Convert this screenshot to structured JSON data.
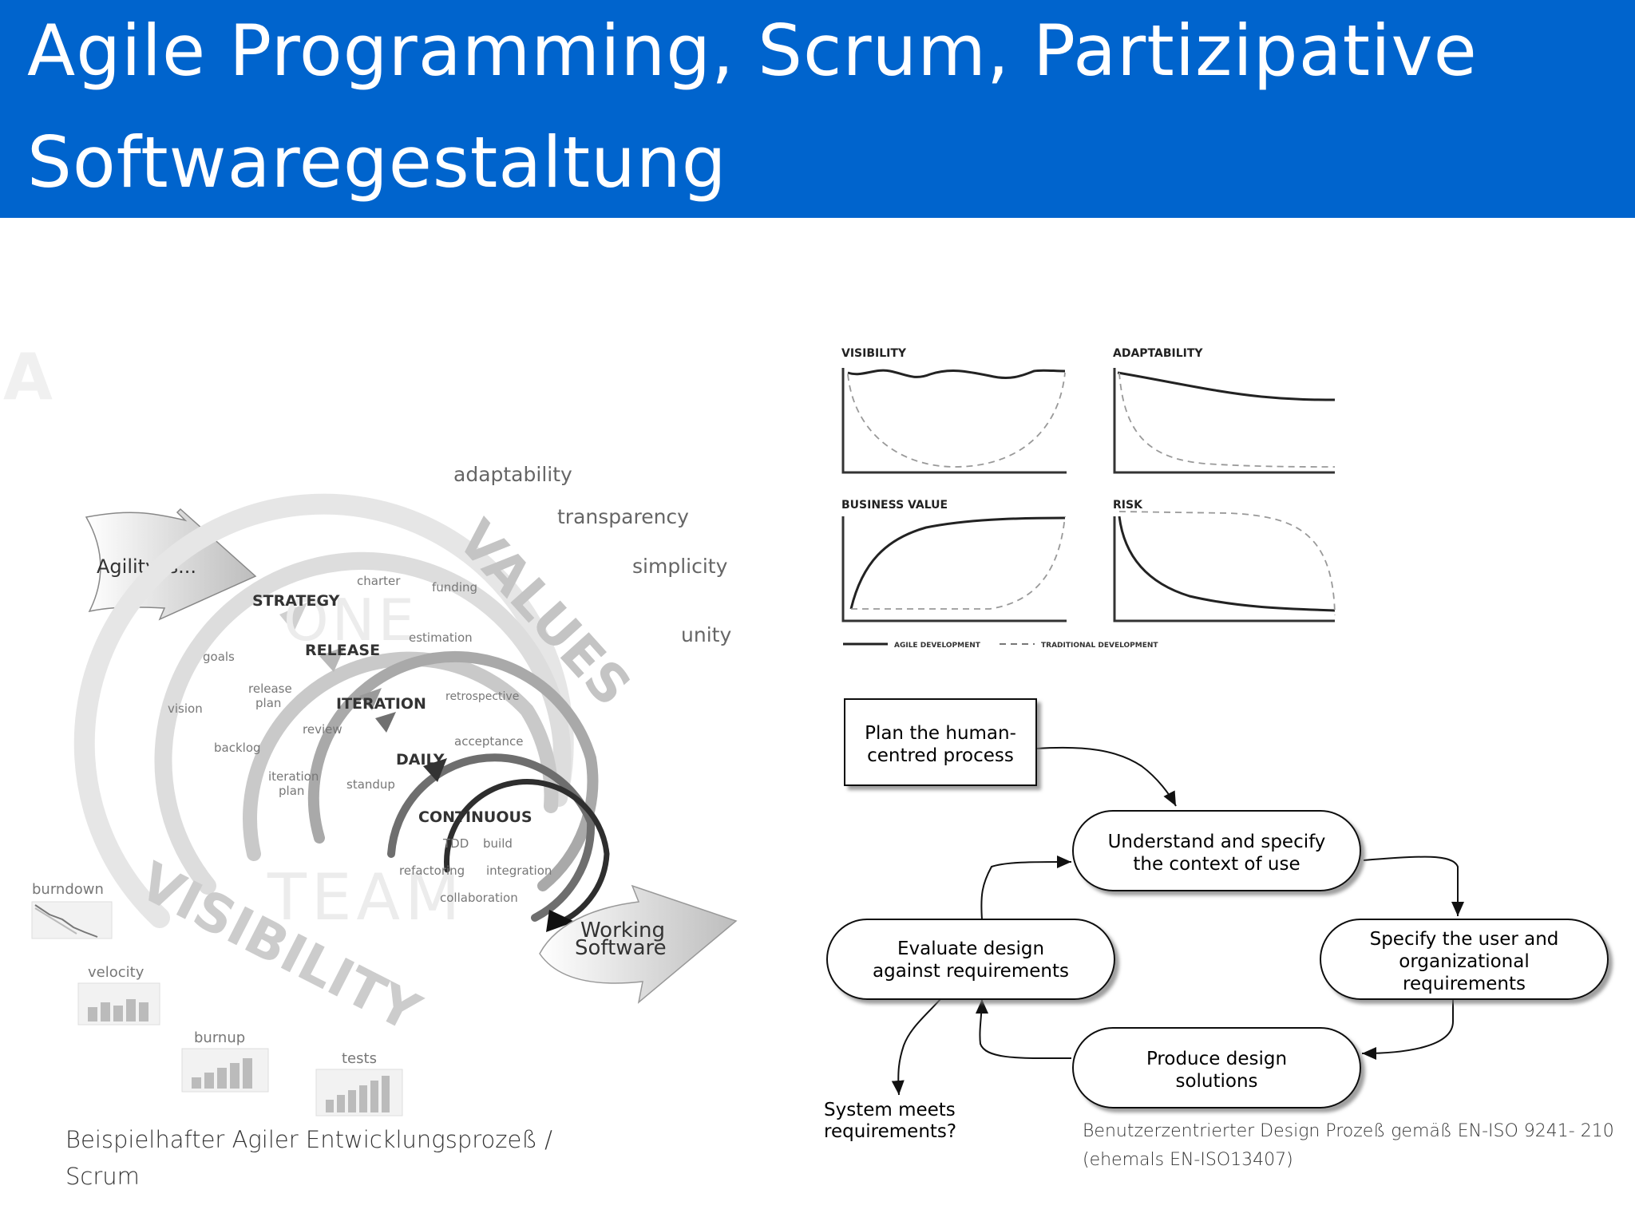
{
  "header": {
    "title_line1": "Agile Programming, Scrum, Partizipative",
    "title_line2": "Softwaregestaltung"
  },
  "agile_figure": {
    "agility_is": "Agility is...",
    "values_word": "VALUES",
    "visibility_word": "VISIBILITY",
    "values": [
      "adaptability",
      "transparency",
      "simplicity",
      "unity"
    ],
    "one": "ONE",
    "team": "TEAM",
    "levels": [
      "STRATEGY",
      "RELEASE",
      "ITERATION",
      "DAILY",
      "CONTINUOUS"
    ],
    "practices": {
      "charter": "charter",
      "funding": "funding",
      "estimation": "estimation",
      "goals": "goals",
      "release_plan_1": "release",
      "release_plan_2": "plan",
      "vision": "vision",
      "retrospective": "retrospective",
      "review": "review",
      "acceptance": "acceptance",
      "backlog": "backlog",
      "iteration_plan_1": "iteration",
      "iteration_plan_2": "plan",
      "standup": "standup",
      "tdd": "TDD",
      "build": "build",
      "refactoring": "refactoring",
      "integration": "integration",
      "collaboration": "collaboration"
    },
    "working_software_1": "Working",
    "working_software_2": "Software",
    "metrics": [
      "burndown",
      "velocity",
      "burnup",
      "tests"
    ],
    "caption_line1": "Beispielhafter Agiler Entwicklungsprozeß /",
    "caption_line2": "Scrum"
  },
  "comparison_charts": {
    "panels": [
      "VISIBILITY",
      "ADAPTABILITY",
      "BUSINESS VALUE",
      "RISK"
    ],
    "legend_agile": "AGILE DEVELOPMENT",
    "legend_traditional": "TRADITIONAL DEVELOPMENT"
  },
  "hcd_diagram": {
    "plan_1": "Plan the human-",
    "plan_2": "centred process",
    "understand_1": "Understand and specify",
    "understand_2": "the context of use",
    "specify_1": "Specify the user and",
    "specify_2": "organizational",
    "specify_3": "requirements",
    "produce_1": "Produce design",
    "produce_2": "solutions",
    "evaluate_1": "Evaluate design",
    "evaluate_2": "against requirements",
    "meets_1": "System meets",
    "meets_2": "requirements?",
    "caption_line1": "Benutzerzentrierter Design Prozeß gemäß EN-ISO 9241- 210",
    "caption_line2": "(ehemals EN-ISO13407)"
  },
  "colors": {
    "header_blue": "#0064cd",
    "title_text": "#ffffff"
  }
}
